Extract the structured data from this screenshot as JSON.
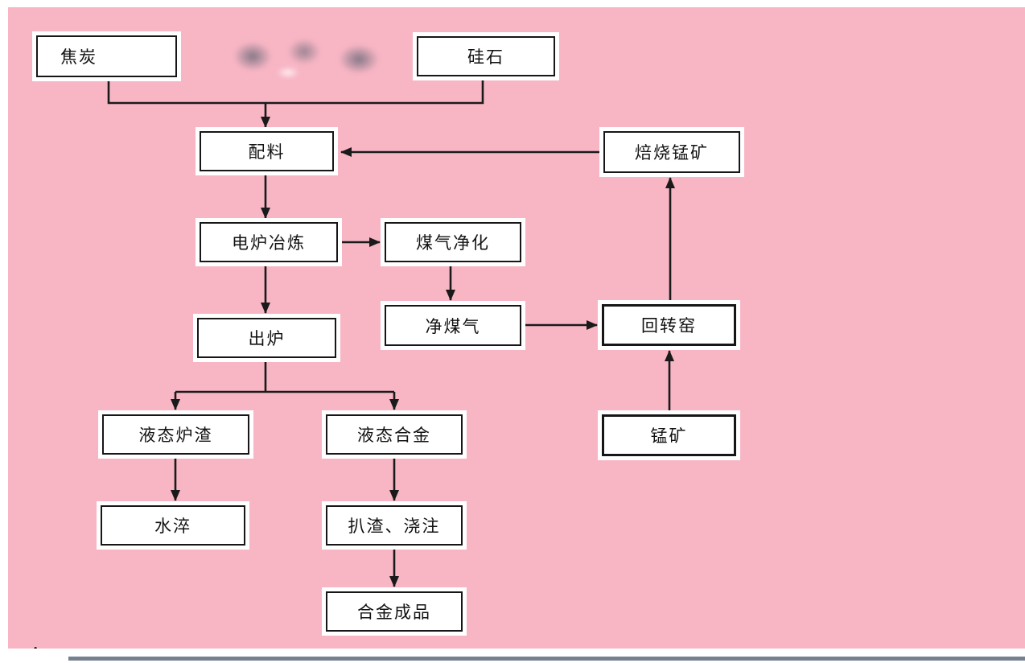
{
  "diagram": {
    "type": "flowchart",
    "colors": {
      "background": "#f8b6c5",
      "box_fill": "#ffffff",
      "box_border": "#161616",
      "line": "#1a1a1a",
      "bottom_rule": "#76818f"
    },
    "nodes": [
      {
        "id": "coke",
        "label": "焦炭"
      },
      {
        "id": "silica",
        "label": "硅石"
      },
      {
        "id": "batching",
        "label": "配料"
      },
      {
        "id": "roasted-mn-ore",
        "label": "焙烧锰矿"
      },
      {
        "id": "electric-furnace",
        "label": "电炉冶炼"
      },
      {
        "id": "gas-purification",
        "label": "煤气净化"
      },
      {
        "id": "clean-gas",
        "label": "净煤气"
      },
      {
        "id": "rotary-kiln",
        "label": "回转窑"
      },
      {
        "id": "tapping",
        "label": "出炉"
      },
      {
        "id": "liquid-slag",
        "label": "液态炉渣"
      },
      {
        "id": "liquid-alloy",
        "label": "液态合金"
      },
      {
        "id": "mn-ore",
        "label": "锰矿"
      },
      {
        "id": "water-quench",
        "label": "水淬"
      },
      {
        "id": "slag-casting",
        "label": "扒渣、浇注"
      },
      {
        "id": "alloy-product",
        "label": "合金成品"
      }
    ],
    "edges": [
      {
        "from": "coke",
        "to": "batching"
      },
      {
        "from": "silica",
        "to": "batching"
      },
      {
        "from": "roasted-mn-ore",
        "to": "batching"
      },
      {
        "from": "batching",
        "to": "electric-furnace"
      },
      {
        "from": "electric-furnace",
        "to": "gas-purification"
      },
      {
        "from": "gas-purification",
        "to": "clean-gas"
      },
      {
        "from": "clean-gas",
        "to": "rotary-kiln"
      },
      {
        "from": "rotary-kiln",
        "to": "roasted-mn-ore"
      },
      {
        "from": "mn-ore",
        "to": "rotary-kiln"
      },
      {
        "from": "electric-furnace",
        "to": "tapping"
      },
      {
        "from": "tapping",
        "to": "liquid-slag"
      },
      {
        "from": "tapping",
        "to": "liquid-alloy"
      },
      {
        "from": "liquid-slag",
        "to": "water-quench"
      },
      {
        "from": "liquid-alloy",
        "to": "slag-casting"
      },
      {
        "from": "slag-casting",
        "to": "alloy-product"
      }
    ]
  },
  "stray_mark": "."
}
